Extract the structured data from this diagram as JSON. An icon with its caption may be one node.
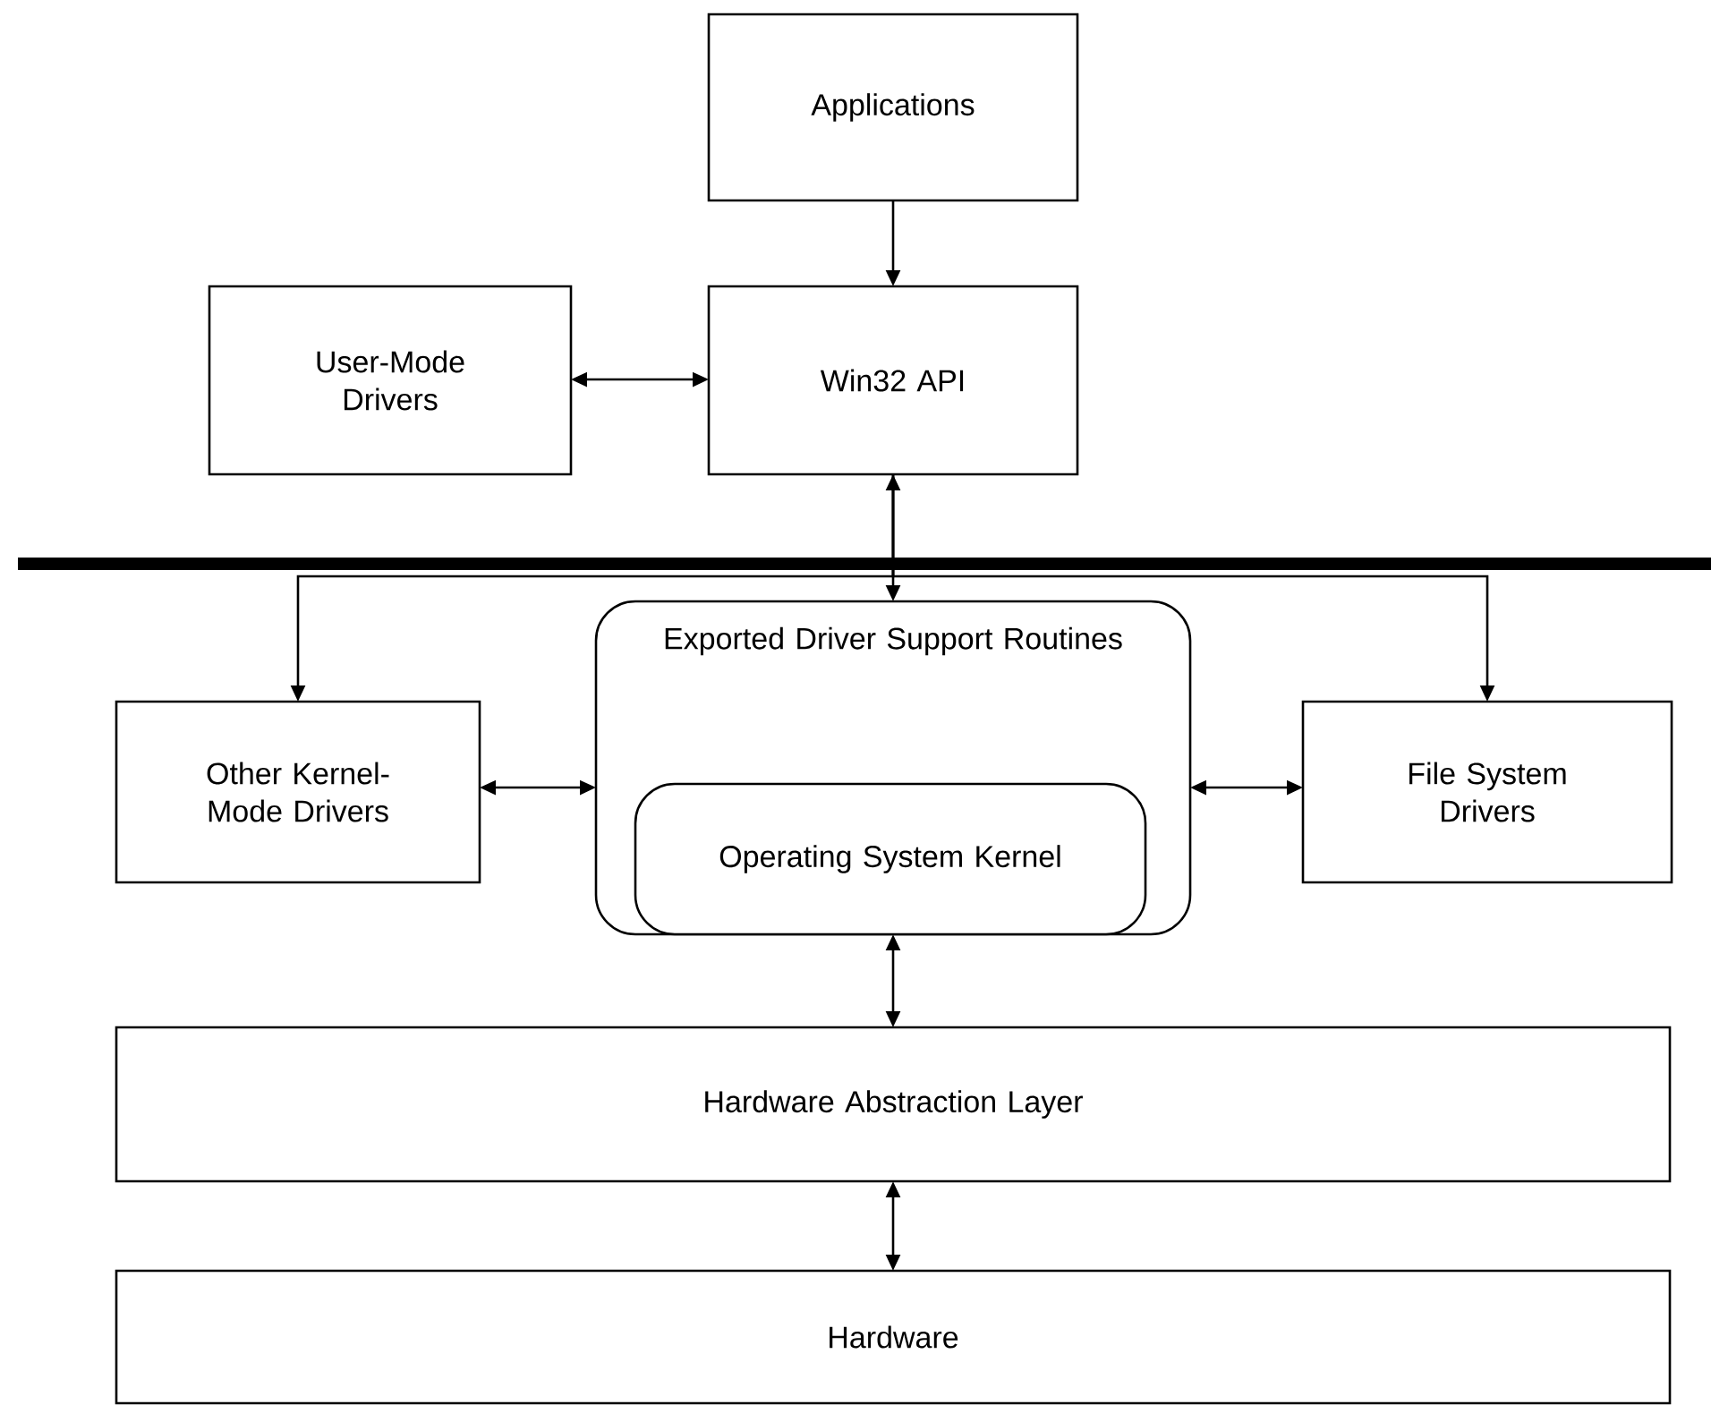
{
  "diagram": {
    "nodes": [
      {
        "text": [
          "Applications"
        ]
      },
      {
        "text": [
          "User-Mode Drivers"
        ]
      },
      {
        "text": [
          "Win32 API"
        ]
      },
      {
        "text": [
          "Other Kernel-Mode Drivers"
        ]
      },
      {
        "text": [
          "Exported Driver Support Routines"
        ]
      },
      {
        "text": [
          "Operating System Kernel"
        ],
        "in": 4
      },
      {
        "text": [
          "File System Drivers"
        ]
      },
      {
        "text": [
          "Hardware Abstraction Layer"
        ]
      },
      {
        "text": [
          "Hardware"
        ]
      }
    ],
    "edges": [
      {
        "from": 0,
        "to": 2,
        "arrow": "to"
      },
      {
        "from": 1,
        "to": 2,
        "arrow": "both"
      },
      {
        "from": 2,
        "to": 4,
        "arrow": "both"
      },
      {
        "from": 2,
        "to": 3,
        "arrow": "to"
      },
      {
        "from": 2,
        "to": 6,
        "arrow": "to"
      },
      {
        "from": 3,
        "to": 4,
        "arrow": "both"
      },
      {
        "from": 4,
        "to": 6,
        "arrow": "both"
      },
      {
        "from": 4,
        "to": 7,
        "arrow": "both"
      },
      {
        "from": 7,
        "to": 8,
        "arrow": "both"
      }
    ]
  }
}
